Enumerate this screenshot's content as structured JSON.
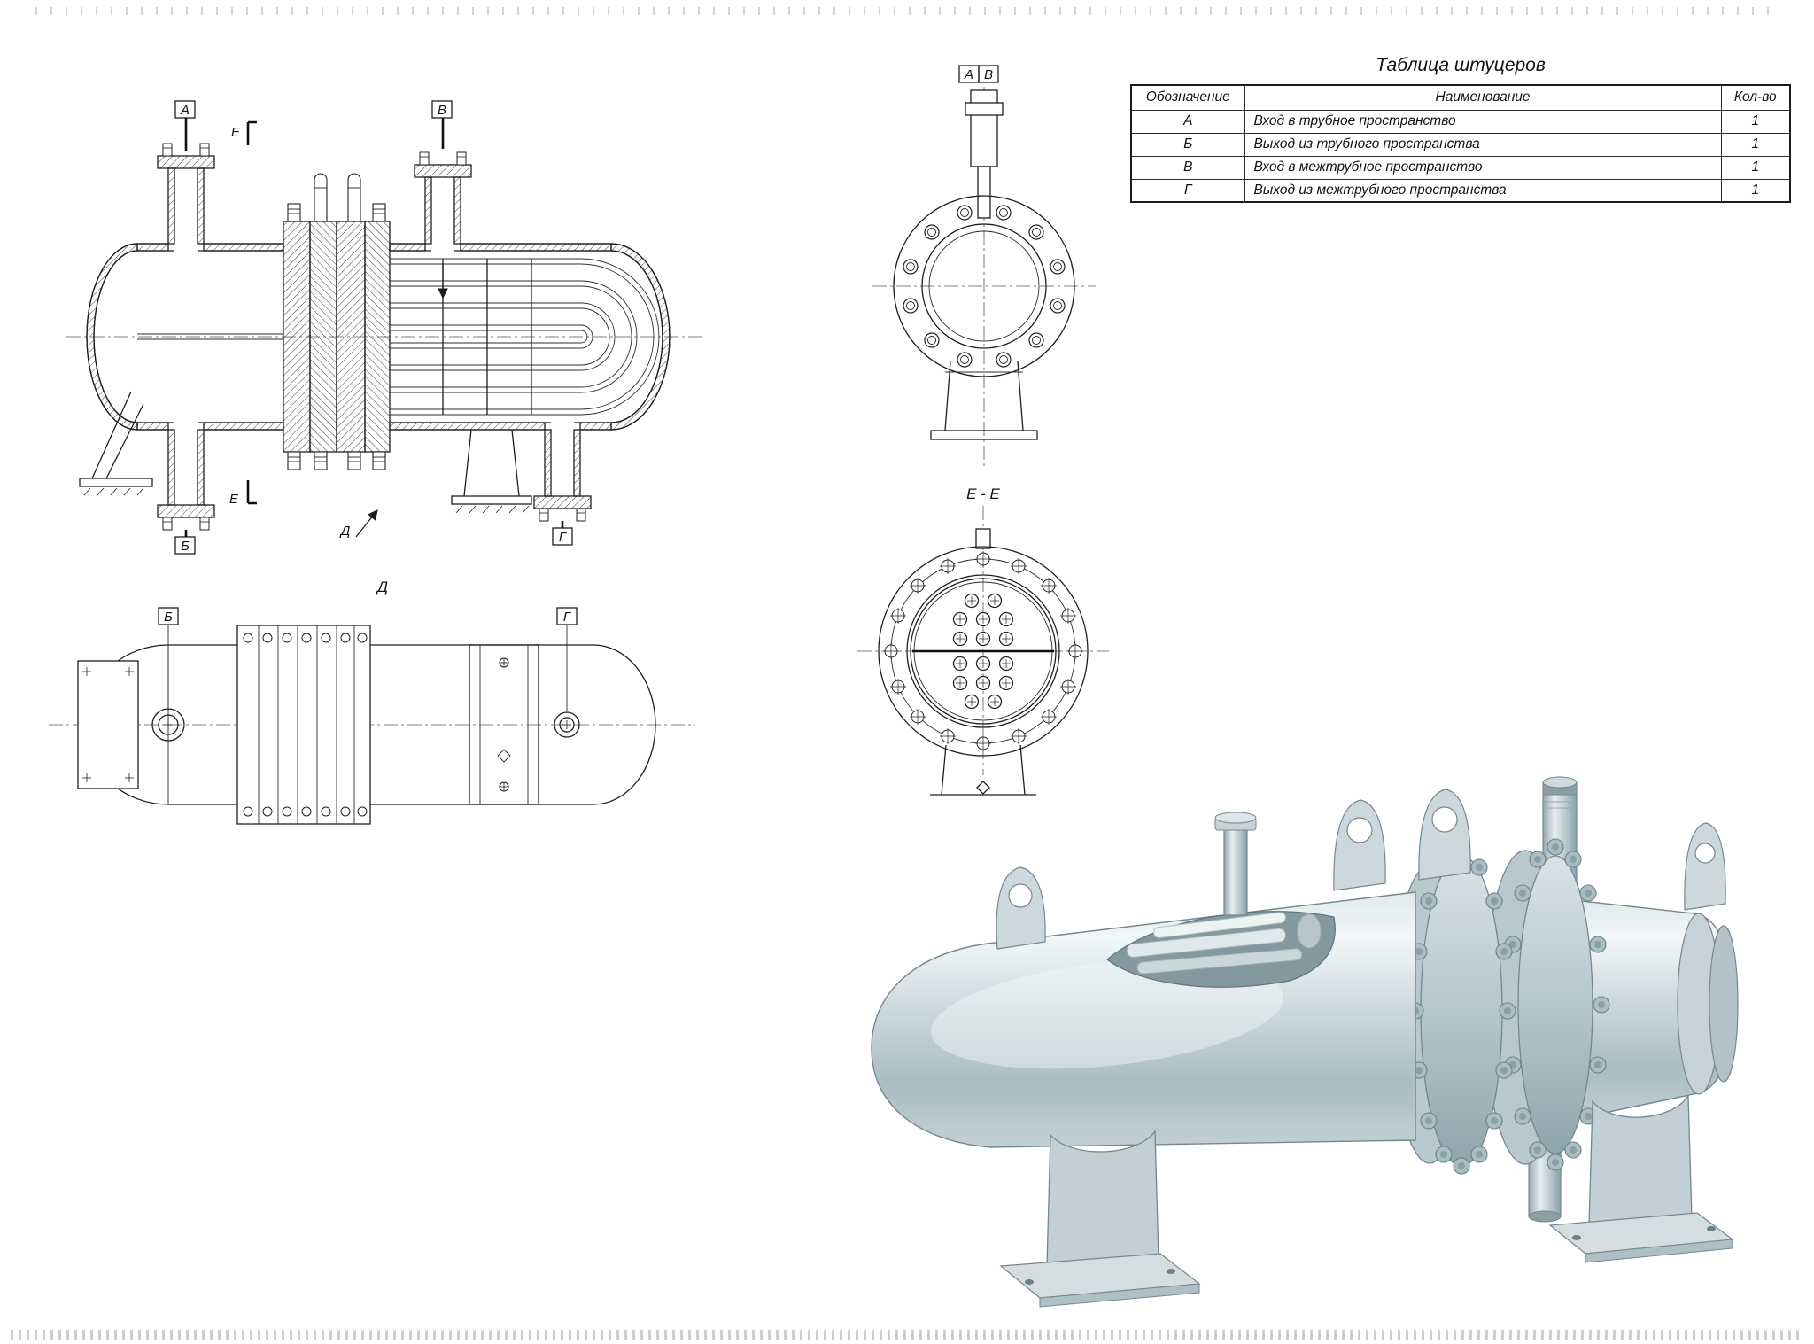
{
  "sheet": {
    "background": "#ffffff",
    "line_color": "#1f1f1f",
    "metal_color": "#c6d4d9"
  },
  "nozzle_table": {
    "title": "Таблица штуцеров",
    "headers": [
      "Обозначение",
      "Наименование",
      "Кол-во"
    ],
    "rows": [
      {
        "designation": "А",
        "name": "Вход в трубное пространство",
        "qty": "1"
      },
      {
        "designation": "Б",
        "name": "Выход из трубного пространства",
        "qty": "1"
      },
      {
        "designation": "В",
        "name": "Вход в межтрубное пространство",
        "qty": "1"
      },
      {
        "designation": "Г",
        "name": "Выход из межтрубного пространства",
        "qty": "1"
      }
    ]
  },
  "view_labels": {
    "a": "А",
    "b": "Б",
    "v": "В",
    "g": "Г",
    "d": "Д",
    "e": "Е",
    "section_ee": "Е - Е"
  }
}
